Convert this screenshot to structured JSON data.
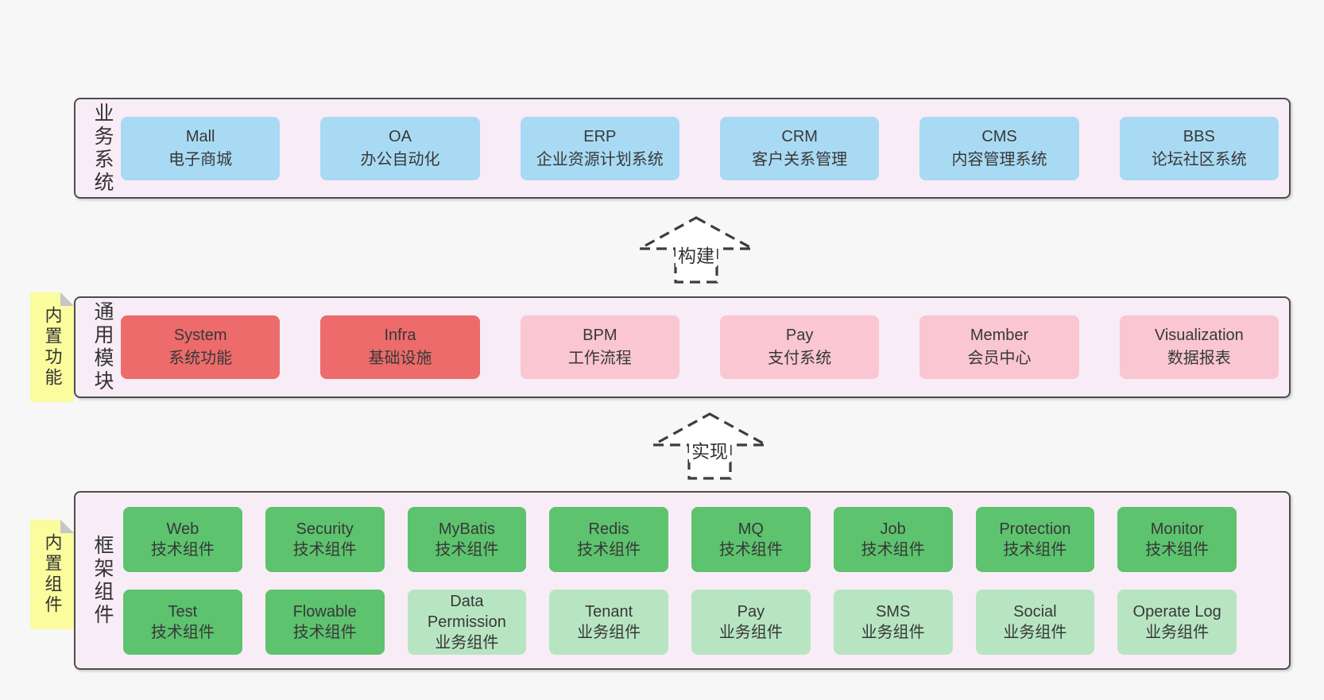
{
  "colors": {
    "page_bg": "#f7f7f7",
    "tier_bg": "#f8edf6",
    "tier_border": "#4d4d4d",
    "blue": "#a9daf3",
    "red": "#ed6b6b",
    "pink": "#f9c6d1",
    "green": "#5dc36e",
    "light_green": "#b7e5c1",
    "tag_yellow": "#fafc9e",
    "text": "#383838"
  },
  "tiers": [
    {
      "label": "业务系统",
      "boxes": [
        {
          "title": "Mall",
          "subtitle": "电子商城",
          "variant": "blue"
        },
        {
          "title": "OA",
          "subtitle": "办公自动化",
          "variant": "blue"
        },
        {
          "title": "ERP",
          "subtitle": "企业资源计划系统",
          "variant": "blue"
        },
        {
          "title": "CRM",
          "subtitle": "客户关系管理",
          "variant": "blue"
        },
        {
          "title": "CMS",
          "subtitle": "内容管理系统",
          "variant": "blue"
        },
        {
          "title": "BBS",
          "subtitle": "论坛社区系统",
          "variant": "blue"
        }
      ]
    },
    {
      "label": "通用模块",
      "tag": "内置功能",
      "boxes": [
        {
          "title": "System",
          "subtitle": "系统功能",
          "variant": "red"
        },
        {
          "title": "Infra",
          "subtitle": "基础设施",
          "variant": "red"
        },
        {
          "title": "BPM",
          "subtitle": "工作流程",
          "variant": "pink"
        },
        {
          "title": "Pay",
          "subtitle": "支付系统",
          "variant": "pink"
        },
        {
          "title": "Member",
          "subtitle": "会员中心",
          "variant": "pink"
        },
        {
          "title": "Visualization",
          "subtitle": "数据报表",
          "variant": "pink"
        }
      ]
    },
    {
      "label": "框架组件",
      "tag": "内置组件",
      "boxes": [
        {
          "title": "Web",
          "subtitle": "技术组件",
          "variant": "green"
        },
        {
          "title": "Security",
          "subtitle": "技术组件",
          "variant": "green"
        },
        {
          "title": "MyBatis",
          "subtitle": "技术组件",
          "variant": "green"
        },
        {
          "title": "Redis",
          "subtitle": "技术组件",
          "variant": "green"
        },
        {
          "title": "MQ",
          "subtitle": "技术组件",
          "variant": "green"
        },
        {
          "title": "Job",
          "subtitle": "技术组件",
          "variant": "green"
        },
        {
          "title": "Protection",
          "subtitle": "技术组件",
          "variant": "green"
        },
        {
          "title": "Monitor",
          "subtitle": "技术组件",
          "variant": "green"
        },
        {
          "title": "Test",
          "subtitle": "技术组件",
          "variant": "green"
        },
        {
          "title": "Flowable",
          "subtitle": "技术组件",
          "variant": "green"
        },
        {
          "title": "Data Permission",
          "subtitle": "业务组件",
          "variant": "lightgreen"
        },
        {
          "title": "Tenant",
          "subtitle": "业务组件",
          "variant": "lightgreen"
        },
        {
          "title": "Pay",
          "subtitle": "业务组件",
          "variant": "lightgreen"
        },
        {
          "title": "SMS",
          "subtitle": "业务组件",
          "variant": "lightgreen"
        },
        {
          "title": "Social",
          "subtitle": "业务组件",
          "variant": "lightgreen"
        },
        {
          "title": "Operate Log",
          "subtitle": "业务组件",
          "variant": "lightgreen"
        }
      ]
    }
  ],
  "arrows": [
    {
      "label": "构建"
    },
    {
      "label": "实现"
    }
  ]
}
